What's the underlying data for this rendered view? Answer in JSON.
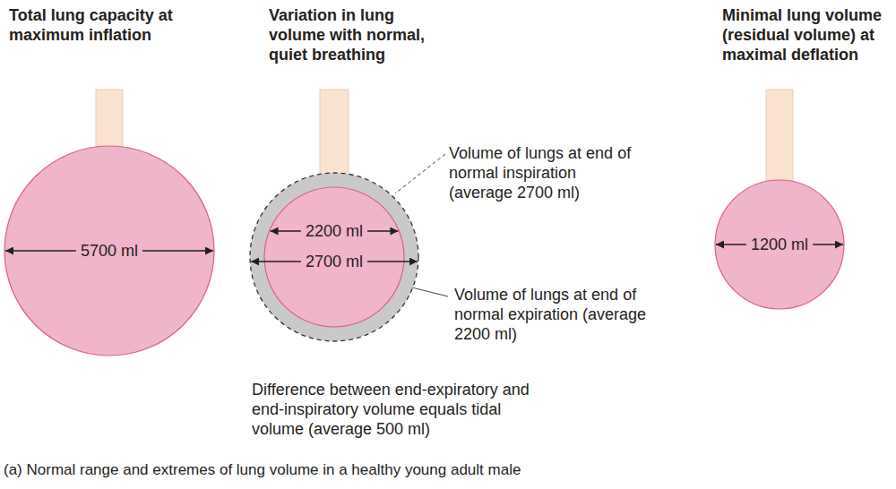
{
  "diagram": {
    "caption": "(a) Normal range and extremes of lung volume in a healthy young adult male",
    "nodes": [
      {
        "text": [
          "5700 ml"
        ]
      },
      {
        "text": [
          "2700 ml"
        ]
      },
      {
        "text": [
          "2200 ml"
        ],
        "in": 1
      },
      {
        "text": [
          "1200 ml"
        ]
      }
    ],
    "labels": [
      "Total lung capacity at maximum inflation",
      "Variation in lung volume with normal, quiet breathing",
      "Minimal lung volume (residual volume) at maximal deflation",
      "Volume of lungs at end of normal inspiration (average 2700 ml)",
      "Volume of lungs at end of normal expiration (average 2200 ml)",
      "Difference between end-expiratory and end-inspiratory volume equals tidal volume (average 500 ml)"
    ]
  }
}
